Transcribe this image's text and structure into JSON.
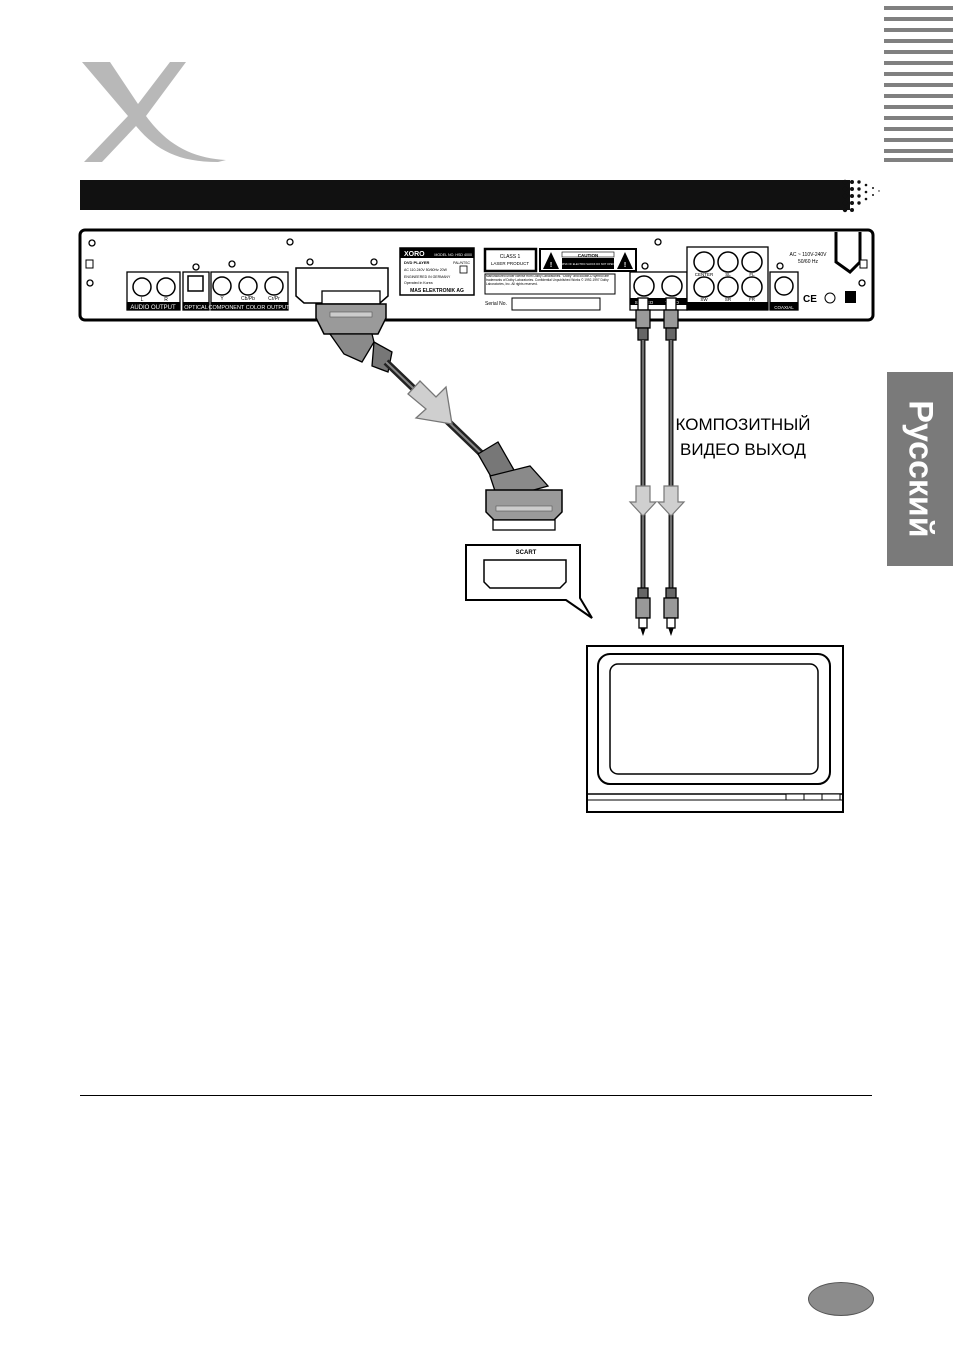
{
  "sidebar": {
    "language_tab": "Русский"
  },
  "diagram": {
    "composite_label_line1": "КОМПОЗИТНЫЙ",
    "composite_label_line2": "ВИДЕО ВЫХОД",
    "scart_label": "SCART"
  },
  "panel": {
    "audio_output": "AUDIO OUTPUT",
    "audio_l": "L",
    "audio_r": "R",
    "optical": "OPTICAL",
    "component_output": "COMPONENT COLOR OUTPUT",
    "comp_y": "Y",
    "comp_cb": "Cb/Pb",
    "comp_cr": "Cr/Pr",
    "brand": "XORO",
    "model_no": "MODEL NO. HSD 4000",
    "dvd_player": "DVD PLAYER",
    "pal_ntsc": "PAL/NTSC",
    "ac_rating": "AC 110-240V 50/60Hz 20W",
    "engineered": "ENGINEERED IN GERMANY",
    "origin": "Operated in Korea",
    "company": "MAS ELEKTRONIK AG",
    "class1": "CLASS 1",
    "laser_product": "LASER PRODUCT",
    "caution": "CAUTION",
    "caution_sub": "RISK OF ELECTRIC SHOCK DO NOT OPEN",
    "dolby_note": "Manufactured under license from Dolby Laboratories. \"Dolby\" and double-D symbol are trademarks of Dolby Laboratories. Confidential Unpublished Works © 1992-1997 Dolby Laboratories, Inc. All rights reserved.",
    "serial": "Serial No.",
    "s_video": "S-VIDEO",
    "video": "VIDEO",
    "center": "CENTER",
    "sl": "SL",
    "fl": "FL",
    "sw": "SW",
    "sr": "SR",
    "fr": "FR",
    "coaxial": "COAXIAL",
    "power_rating": "AC ~ 110V-240V",
    "power_freq": "50/60 Hz",
    "ce": "CE"
  }
}
